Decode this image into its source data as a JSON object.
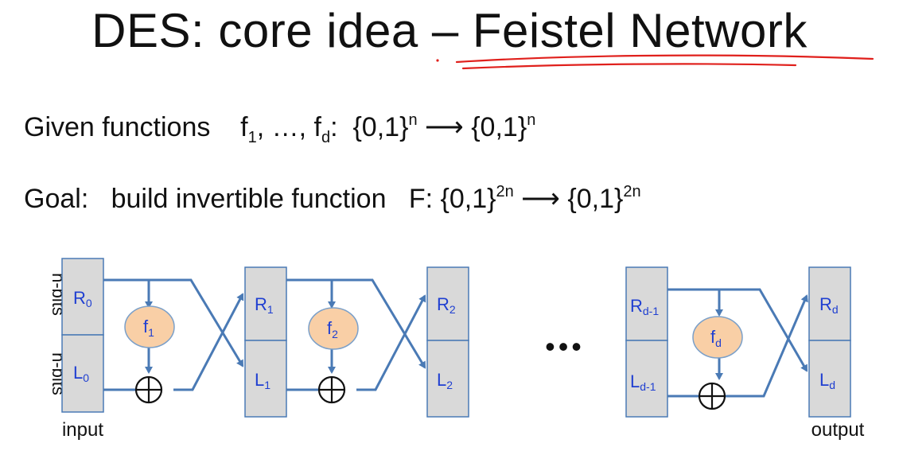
{
  "title": {
    "prefix": "DES:  core idea – ",
    "highlight": "Feistel Network"
  },
  "given": {
    "lead": "Given functions",
    "f": "f",
    "sub1": "1",
    "mid": ", …, ",
    "subd": "d",
    "domain": ":  {0,1}",
    "n1": "n",
    "arrow": " ⟶ ",
    "codomain": "{0,1}",
    "n2": "n"
  },
  "goal": {
    "lead": "Goal:",
    "text": "build invertible function",
    "F": "F: {0,1}",
    "exp1": "2n",
    "arrow": " ⟶ ",
    "codomain": "{0,1}",
    "exp2": "2n"
  },
  "diagram": {
    "side_label_top": "n-bits",
    "side_label_bottom": "n-bits",
    "input_label": "input",
    "output_label": "output",
    "ellipsis": "•••",
    "registers": [
      {
        "r": "R",
        "r_sub": "0",
        "l": "L",
        "l_sub": "0"
      },
      {
        "r": "R",
        "r_sub": "1",
        "l": "L",
        "l_sub": "1"
      },
      {
        "r": "R",
        "r_sub": "2",
        "l": "L",
        "l_sub": "2"
      },
      {
        "r": "R",
        "r_sub": "d-1",
        "l": "L",
        "l_sub": "d-1"
      },
      {
        "r": "R",
        "r_sub": "d",
        "l": "L",
        "l_sub": "d"
      }
    ],
    "functions": [
      {
        "name": "f",
        "sub": "1"
      },
      {
        "name": "f",
        "sub": "2"
      },
      {
        "name": "f",
        "sub": "d"
      }
    ],
    "colors": {
      "box_fill": "#d9d9d9",
      "box_stroke": "#4a7ab5",
      "wire": "#4a7ab5",
      "label_text": "#1f3fd1",
      "func_fill": "#f9cfa6",
      "func_stroke": "#7ba0c9",
      "underline": "#e0201c"
    }
  }
}
